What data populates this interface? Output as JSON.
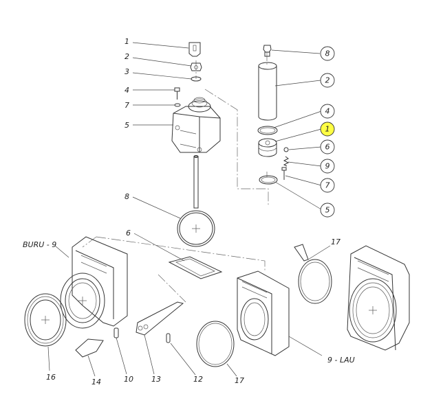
{
  "diagram": {
    "left_labels": [
      {
        "id": "l1",
        "text": "1"
      },
      {
        "id": "l2",
        "text": "2"
      },
      {
        "id": "l3",
        "text": "3"
      },
      {
        "id": "l4",
        "text": "4"
      },
      {
        "id": "l7",
        "text": "7"
      },
      {
        "id": "l5",
        "text": "5"
      },
      {
        "id": "l8",
        "text": "8"
      },
      {
        "id": "l6",
        "text": "6"
      }
    ],
    "bubbles": [
      {
        "id": "b8",
        "text": "8"
      },
      {
        "id": "b2",
        "text": "2"
      },
      {
        "id": "b4",
        "text": "4"
      },
      {
        "id": "b1",
        "text": "1",
        "highlight": true
      },
      {
        "id": "b6",
        "text": "6"
      },
      {
        "id": "b9",
        "text": "9"
      },
      {
        "id": "b7",
        "text": "7"
      },
      {
        "id": "b5",
        "text": "5"
      }
    ],
    "bottom_labels": [
      {
        "id": "n16",
        "text": "16"
      },
      {
        "id": "n14",
        "text": "14"
      },
      {
        "id": "n10",
        "text": "10"
      },
      {
        "id": "n13",
        "text": "13"
      },
      {
        "id": "n12",
        "text": "12"
      },
      {
        "id": "n17a",
        "text": "17"
      },
      {
        "id": "n17b",
        "text": "17"
      }
    ],
    "side_labels": {
      "left": "BURU - 9",
      "right": "9 - LAU"
    },
    "colors": {
      "highlight": "#ffff44",
      "line": "#333333"
    }
  }
}
